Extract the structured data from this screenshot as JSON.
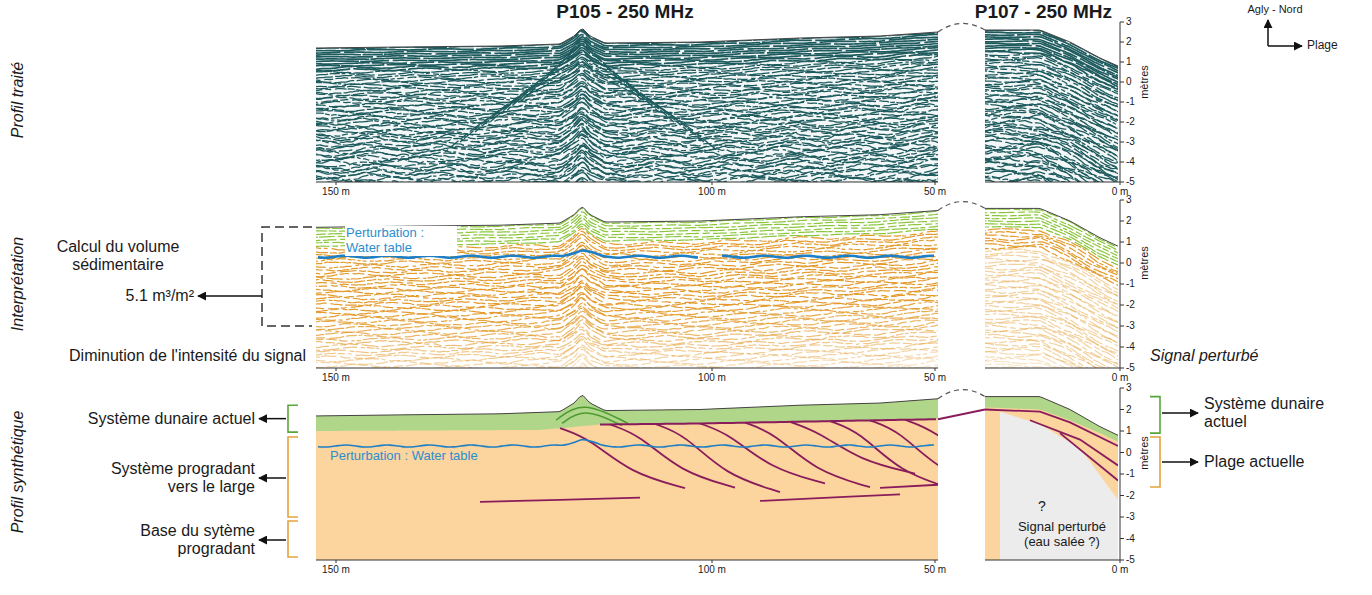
{
  "diagram": {
    "labels": [
      "P105 - 250 MHz",
      "P107 - 250 MHz",
      "Agly - Nord",
      "Plage",
      "Profil traité",
      "Interprétation",
      "Profil synthétique",
      "3",
      "2",
      "1",
      "0",
      "-1",
      "-2",
      "-3",
      "-4",
      "-5",
      "mètres",
      "150 m",
      "100 m",
      "50 m",
      "0 m",
      "3",
      "2",
      "1",
      "0",
      "-1",
      "-2",
      "-3",
      "-4",
      "-5",
      "mètres",
      "150 m",
      "100 m",
      "50 m",
      "0 m",
      "3",
      "2",
      "1",
      "0",
      "-1",
      "-2",
      "-3",
      "-4",
      "-5",
      "mètres",
      "150 m",
      "100 m",
      "50 m",
      "0 m",
      "Calcul du volume sédimentaire",
      "5.1 m³/m²",
      "Perturbation : Water table",
      "Diminution de l'intensité du signal",
      "Signal perturbé",
      "Système dunaire actuel",
      "Perturbation : Water table",
      "Système progradant vers le large",
      "Base du sytème progradant",
      "Système dunaire actuel",
      "Plage actuelle",
      "?",
      "Signal perturbé (eau salée ?)"
    ]
  }
}
